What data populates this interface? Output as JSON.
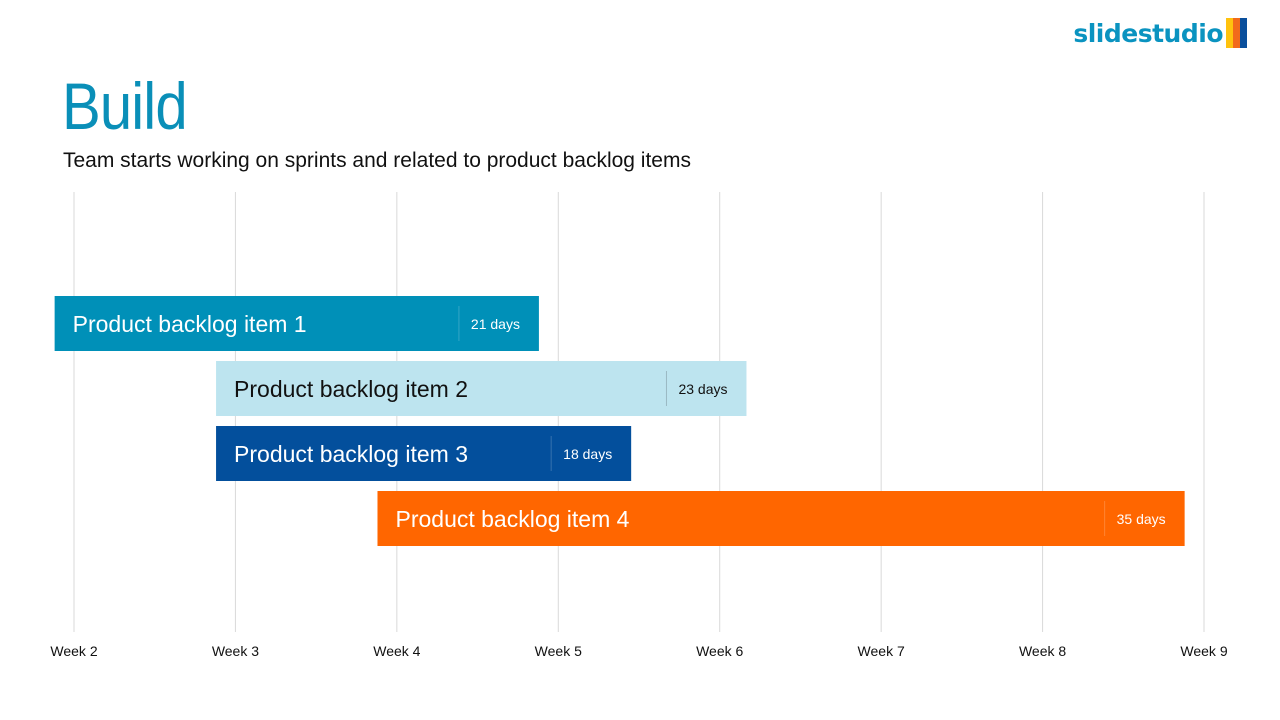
{
  "logo": {
    "text": "slidestudio",
    "colors": [
      "#ffc20e",
      "#f26a1b",
      "#0a4f9c"
    ]
  },
  "title": "Build",
  "subtitle": "Team starts working on sprints and related to product backlog items",
  "chart_data": {
    "type": "bar",
    "orientation": "horizontal-gantt",
    "x_ticks": [
      "Week 2",
      "Week 3",
      "Week 4",
      "Week 5",
      "Week 6",
      "Week 7",
      "Week 8",
      "Week 9"
    ],
    "xlim_weeks": [
      2,
      9
    ],
    "grid": true,
    "series": [
      {
        "name": "Product backlog item 1",
        "start_week": 1.88,
        "days": 21,
        "days_label": "21 days",
        "color": "#0090b8",
        "text_color": "#ffffff"
      },
      {
        "name": "Product backlog item 2",
        "start_week": 2.88,
        "days": 23,
        "days_label": "23 days",
        "color": "#bde4ef",
        "text_color": "#111111"
      },
      {
        "name": "Product backlog item 3",
        "start_week": 2.88,
        "days": 18,
        "days_label": "18 days",
        "color": "#034f9c",
        "text_color": "#ffffff"
      },
      {
        "name": "Product backlog item 4",
        "start_week": 3.88,
        "days": 35,
        "days_label": "35 days",
        "color": "#ff6600",
        "text_color": "#ffffff"
      }
    ]
  }
}
